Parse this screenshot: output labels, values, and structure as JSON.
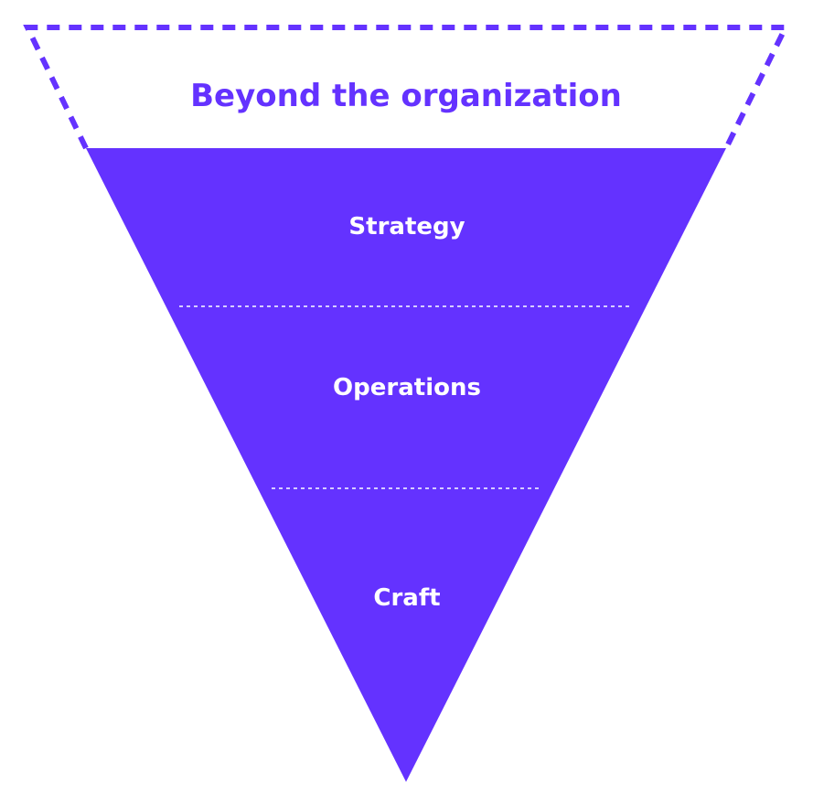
{
  "diagram": {
    "outer_label": "Beyond the organization",
    "layers": [
      {
        "label": "Strategy"
      },
      {
        "label": "Operations"
      },
      {
        "label": "Craft"
      }
    ]
  },
  "colors": {
    "primary": "#6432FF",
    "label_on_primary": "#FFFFFF",
    "divider": "#D6CCFF",
    "background": "#FFFFFF"
  }
}
